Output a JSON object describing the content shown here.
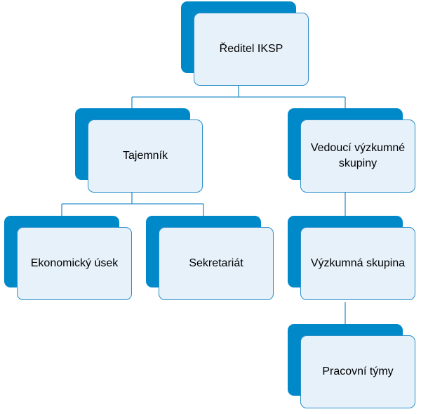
{
  "colors": {
    "accent": "#0089c9",
    "box_fill": "#e6f1fa",
    "box_border": "#2c8fc9",
    "connector": "#2c8fc9",
    "text": "#000000"
  },
  "nodes": {
    "reditel": {
      "label": "Ředitel IKSP"
    },
    "tajemnik": {
      "label": "Tajemník"
    },
    "vedouci": {
      "label": "Vedoucí výzkumné skupiny"
    },
    "ekonomicky": {
      "label": "Ekonomický úsek"
    },
    "sekretariat": {
      "label": "Sekretariát"
    },
    "vyzkumna": {
      "label": "Výzkumná skupina"
    },
    "pracovni": {
      "label": "Pracovní týmy"
    }
  }
}
